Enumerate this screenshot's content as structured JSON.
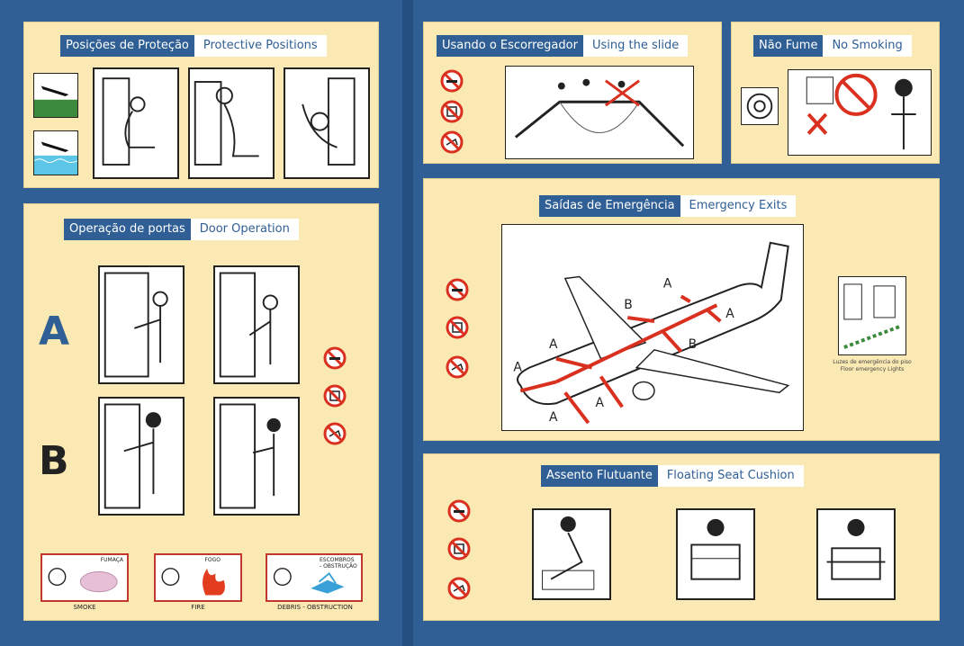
{
  "protective": {
    "pt": "Posições de Proteção",
    "en": "Protective Positions"
  },
  "doors": {
    "pt": "Operação de portas",
    "en": "Door Operation",
    "letter_a": "A",
    "letter_b": "B"
  },
  "hazards": [
    {
      "tag": "FUMAÇA",
      "caption": "SMOKE"
    },
    {
      "tag": "FOGO",
      "caption": "FIRE"
    },
    {
      "tag": "ESCOMBROS - OBSTRUÇÃO",
      "caption": "DEBRIS - OBSTRUCTION"
    }
  ],
  "slide": {
    "pt": "Usando o Escorregador",
    "en": "Using the slide"
  },
  "nosmoking": {
    "pt": "Não Fume",
    "en": "No Smoking"
  },
  "exits": {
    "pt": "Saídas de Emergência",
    "en": "Emergency Exits",
    "labels": [
      "A",
      "B",
      "A",
      "A",
      "B",
      "A",
      "A",
      "A"
    ],
    "floor_pt": "Luzes de emergência do piso",
    "floor_en": "Floor emergency Lights"
  },
  "cushion": {
    "pt": "Assento Flutuante",
    "en": "Floating Seat Cushion"
  }
}
